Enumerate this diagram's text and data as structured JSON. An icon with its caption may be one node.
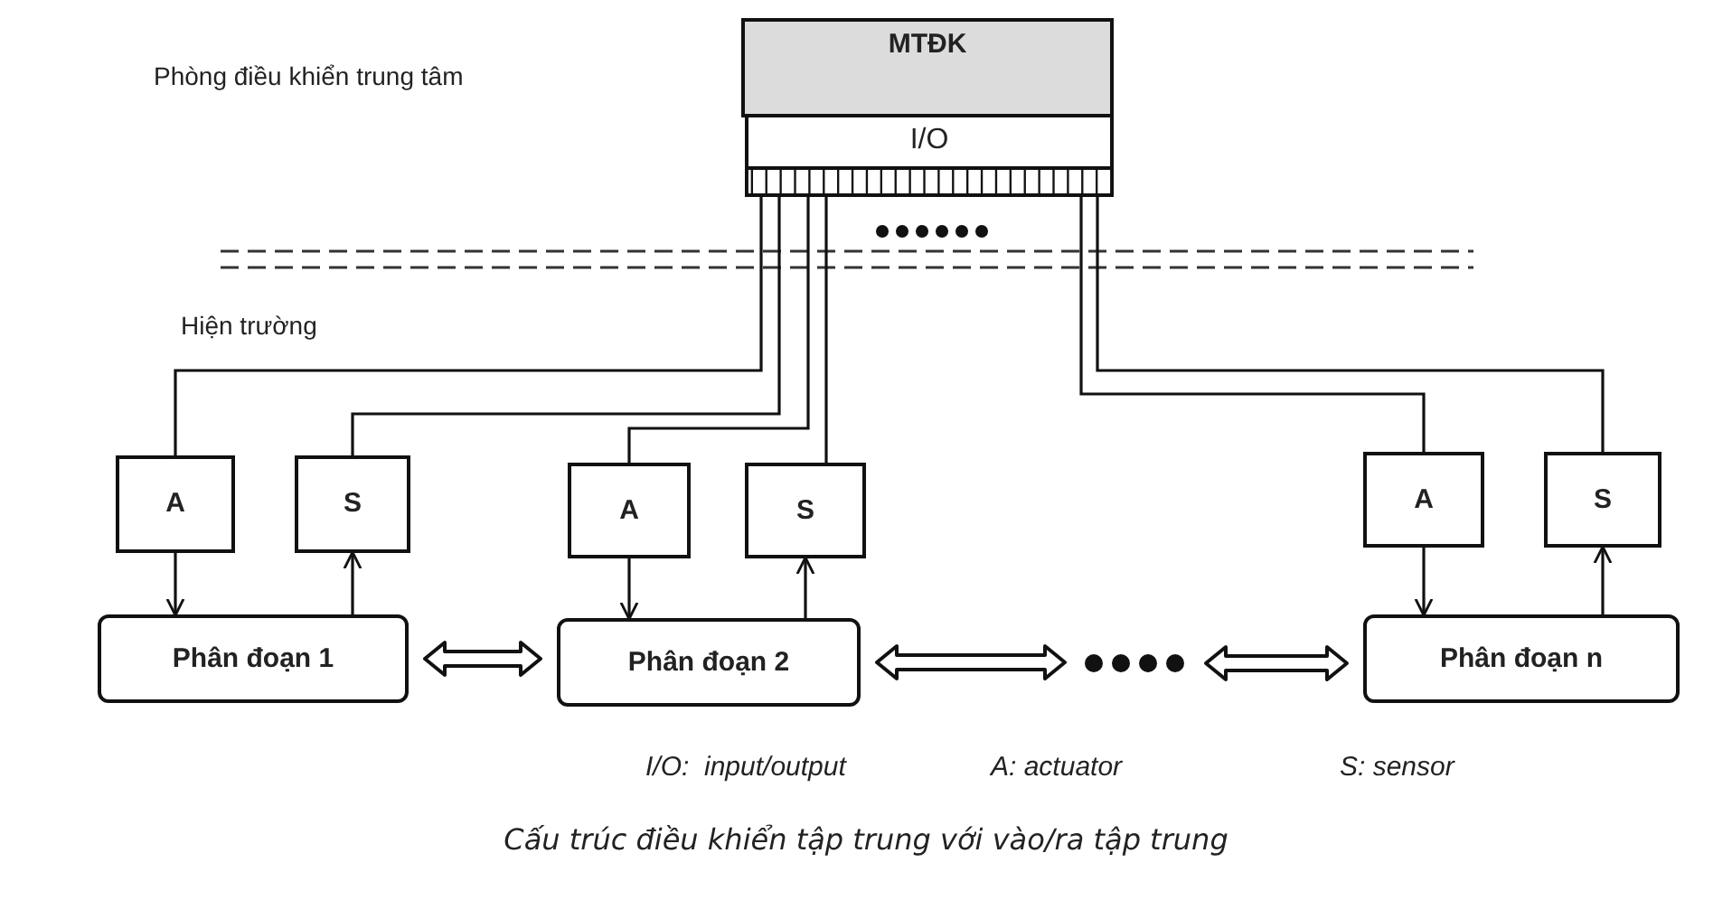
{
  "diagram": {
    "caption": "Cấu trúc điều khiển tập trung với vào/ra tập trung",
    "nodes": [
      {
        "text": [
          "MTĐK"
        ]
      },
      {
        "text": [
          "I/O"
        ]
      },
      {
        "text": [
          "A"
        ]
      },
      {
        "text": [
          "S"
        ]
      },
      {
        "text": [
          "A"
        ]
      },
      {
        "text": [
          "S"
        ]
      },
      {
        "text": [
          "A"
        ]
      },
      {
        "text": [
          "S"
        ]
      },
      {
        "text": [
          "Phân đoạn 1"
        ]
      },
      {
        "text": [
          "Phân đoạn 2"
        ]
      },
      {
        "text": [
          "Phân đoạn n"
        ]
      },
      {
        "text": [],
        "shape": "dots"
      }
    ],
    "edges": [
      {
        "from": 1,
        "to": 2,
        "arrow": "none"
      },
      {
        "from": 1,
        "to": 3,
        "arrow": "none"
      },
      {
        "from": 1,
        "to": 4,
        "arrow": "none"
      },
      {
        "from": 1,
        "to": 5,
        "arrow": "none"
      },
      {
        "from": 1,
        "to": 6,
        "arrow": "none"
      },
      {
        "from": 1,
        "to": 7,
        "arrow": "none"
      },
      {
        "from": 2,
        "to": 8,
        "arrow": "to"
      },
      {
        "from": 8,
        "to": 3,
        "arrow": "to"
      },
      {
        "from": 4,
        "to": 9,
        "arrow": "to"
      },
      {
        "from": 9,
        "to": 5,
        "arrow": "to"
      },
      {
        "from": 6,
        "to": 10,
        "arrow": "to"
      },
      {
        "from": 10,
        "to": 7,
        "arrow": "to"
      },
      {
        "from": 8,
        "to": 9,
        "arrow": "both",
        "style": "thick"
      },
      {
        "from": 9,
        "to": 11,
        "arrow": "both",
        "style": "thick"
      },
      {
        "from": 11,
        "to": 10,
        "arrow": "both",
        "style": "thick"
      }
    ],
    "labels": [
      "Phòng điều khiển trung tâm",
      "Hiện trường",
      "I/O:  input/output",
      "A: actuator",
      "S: sensor"
    ]
  }
}
